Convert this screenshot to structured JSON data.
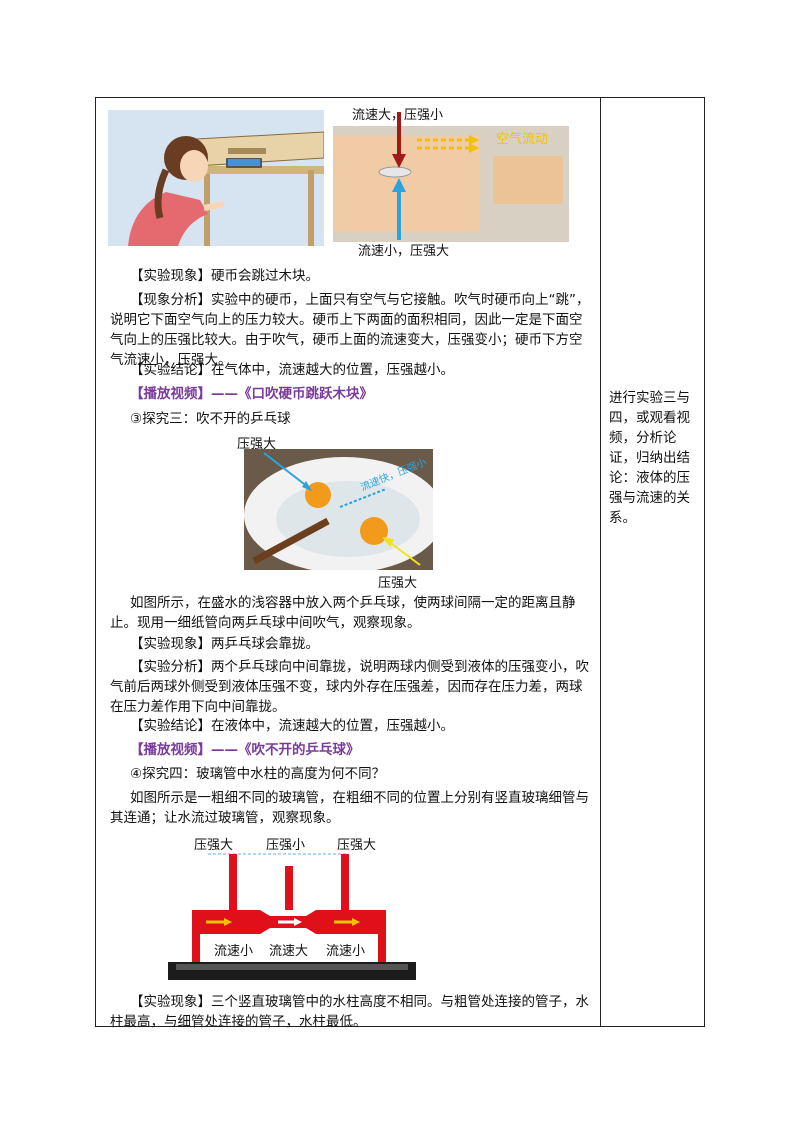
{
  "figure1": {
    "top_label": "流速大，压强小",
    "bottom_label": "流速小，压强大",
    "air_flow_label": "空气流动"
  },
  "paragraphs": {
    "p1": "【实验现象】硬币会跳过木块。",
    "p2": "【现象分析】实验中的硬币，上面只有空气与它接触。吹气时硬币向上“跳”，说明它下面空气向上的压力较大。硬币上下两面的面积相同，因此一定是下面空气向上的压强比较大。由于吹气，硬币上面的流速变大，压强变小；硬币下方空气流速小，压强大。",
    "p3": "【实验结论】在气体中，流速越大的位置，压强越小。",
    "video1": "【播放视频】——《口吹硬币跳跃木块》",
    "p4": "③探究三：吹不开的乒乓球",
    "p5": "如图所示，在盛水的浅容器中放入两个乒乓球，使两球间隔一定的距离且静止。现用一细纸管向两乒乓球中间吹气，观察现象。",
    "p6": "【实验现象】两乒乓球会靠拢。",
    "p7": "【实验分析】两个乒乓球向中间靠拢，说明两球内侧受到液体的压强变小，吹气前后两球外侧受到液体压强不变，球内外存在压强差，因而存在压力差，两球在压力差作用下向中间靠拢。",
    "p8": "【实验结论】在液体中，流速越大的位置，压强越小。",
    "video2": "【播放视频】——《吹不开的乒乓球》",
    "p9": "④探究四：玻璃管中水柱的高度为何不同？",
    "p10": "如图所示是一粗细不同的玻璃管，在粗细不同的位置上分别有竖直玻璃细管与其连通；让水流过玻璃管，观察现象。",
    "p11": "【实验现象】三个竖直玻璃管中的水柱高度不相同。与粗管处连接的管子，水柱最高，与细管处连接的管子，水柱最低。"
  },
  "figure2": {
    "top_label": "压强大",
    "side_label": "流速快，压强小",
    "bottom_label": "压强大"
  },
  "figure3": {
    "labels_top": [
      "压强大",
      "压强小",
      "压强大"
    ],
    "labels_bottom": [
      "流速小",
      "流速大",
      "流速小"
    ]
  },
  "side_note": "进行实验三与四，或观看视频，分析论证，归纳出结论：液体的压强与流速的关系。",
  "colors": {
    "video": "#7a3a9c",
    "pipe": "#e0101a"
  }
}
